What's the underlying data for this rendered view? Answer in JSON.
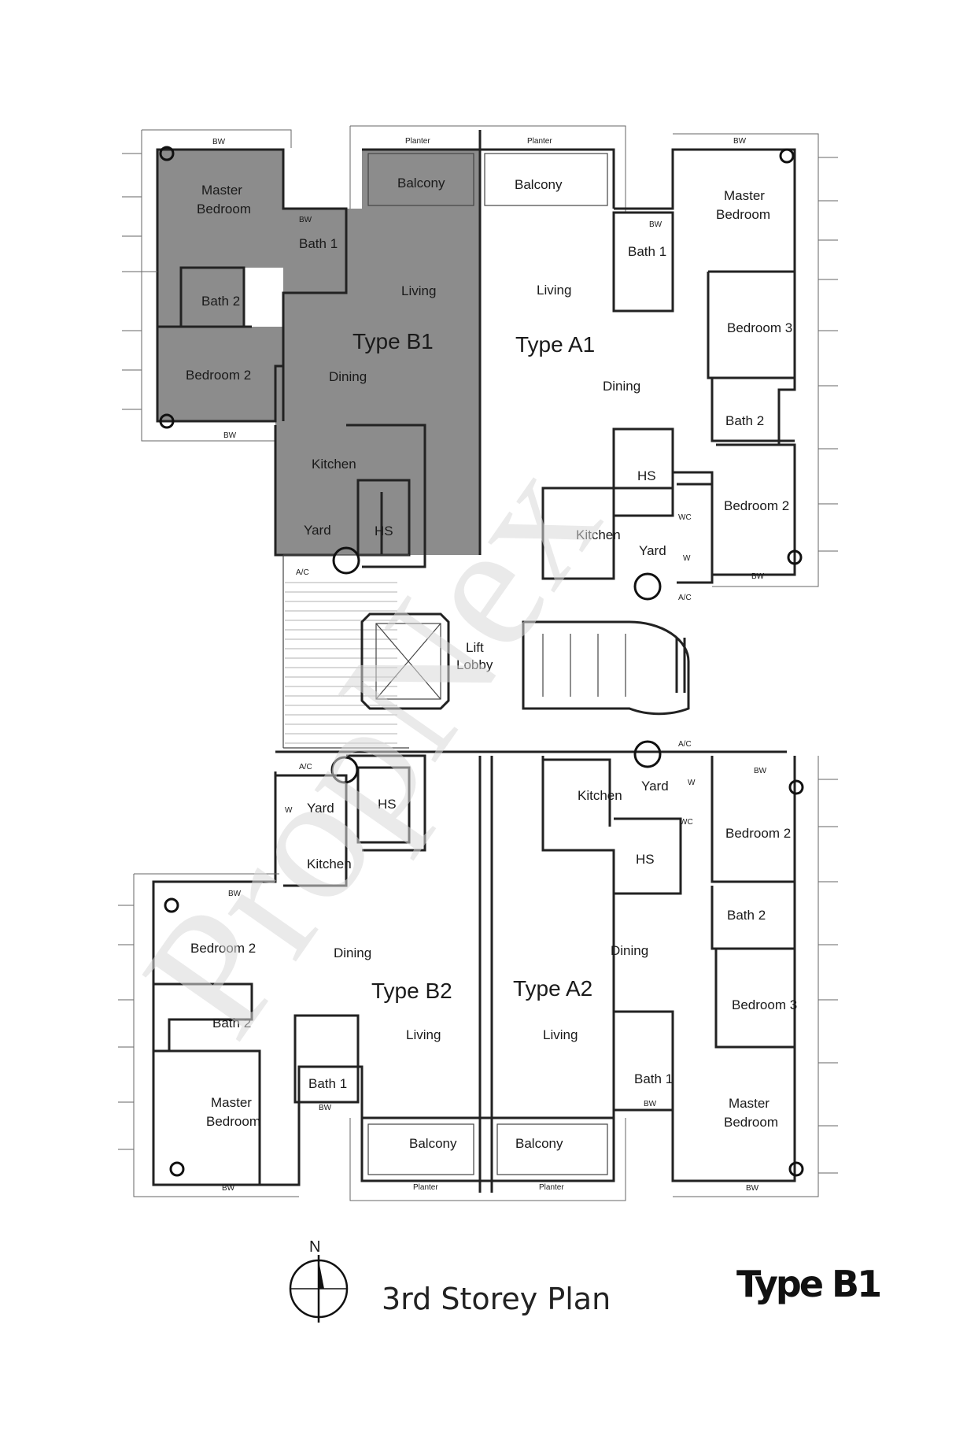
{
  "title": "3rd Storey Plan",
  "type_tag": "Type B1",
  "north_label": "N",
  "watermark": "PropNex",
  "units": {
    "b1": "Type B1",
    "a1": "Type A1",
    "b2": "Type B2",
    "a2": "Type A2"
  },
  "rooms": {
    "master_bedroom": "Master Bedroom",
    "master_line1": "Master",
    "master_line2": "Bedroom",
    "bedroom2": "Bedroom 2",
    "bedroom3": "Bedroom 3",
    "bath1": "Bath 1",
    "bath2": "Bath 2",
    "living": "Living",
    "dining": "Dining",
    "kitchen": "Kitchen",
    "yard": "Yard",
    "hs": "HS",
    "balcony": "Balcony",
    "planter": "Planter",
    "bw": "BW",
    "ac": "A/C",
    "wc": "WC",
    "w": "W",
    "lift_line1": "Lift",
    "lift_line2": "Lobby"
  },
  "colors": {
    "highlight": "#8c8c8c",
    "wall": "#222222",
    "watermark": "#cfcfcf"
  }
}
